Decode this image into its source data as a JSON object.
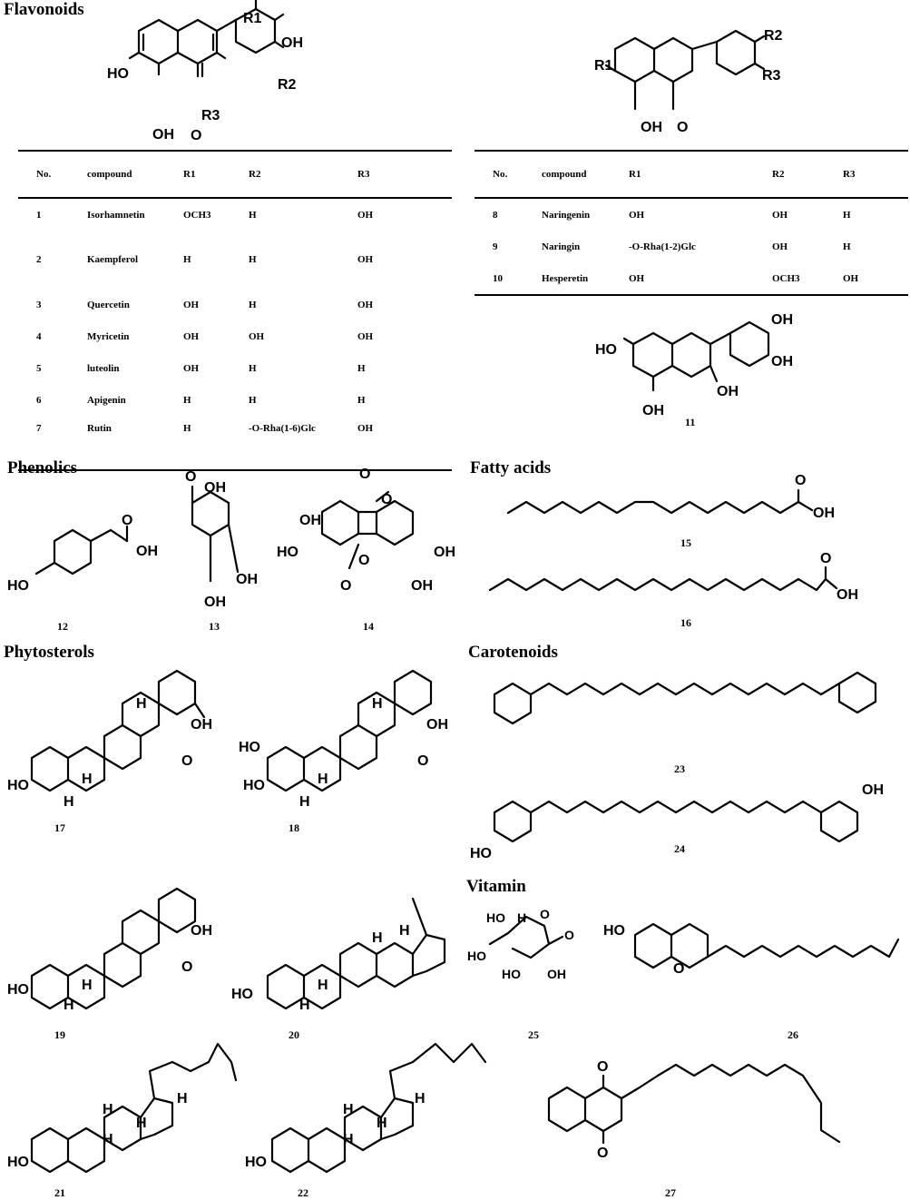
{
  "sections": {
    "flavonoids": "Flavonoids",
    "phenolics": "Phenolics",
    "fatty_acids": "Fatty acids",
    "phytosterols": "Phytosterols",
    "carotenoids": "Carotenoids",
    "vitamin": "Vitamin"
  },
  "table1": {
    "headers": [
      "No.",
      "compound",
      "R1",
      "R2",
      "R3"
    ],
    "rows": [
      [
        "1",
        "Isorhamnetin",
        "OCH3",
        "H",
        "OH"
      ],
      [
        "2",
        "Kaempferol",
        "H",
        "H",
        "OH"
      ],
      [
        "3",
        "Quercetin",
        "OH",
        "H",
        "OH"
      ],
      [
        "4",
        "Myricetin",
        "OH",
        "OH",
        "OH"
      ],
      [
        "5",
        "luteolin",
        "OH",
        "H",
        "H"
      ],
      [
        "6",
        "Apigenin",
        "H",
        "H",
        "H"
      ],
      [
        "7",
        "Rutin",
        "H",
        "-O-Rha(1-6)Glc",
        "OH"
      ]
    ]
  },
  "table2": {
    "headers": [
      "No.",
      "compound",
      "R1",
      "R2",
      "R3"
    ],
    "rows": [
      [
        "8",
        "Naringenin",
        "OH",
        "OH",
        "H"
      ],
      [
        "9",
        "Naringin",
        "-O-Rha(1-2)Glc",
        "OH",
        "H"
      ],
      [
        "10",
        "Hesperetin",
        "OH",
        "OCH3",
        "OH"
      ]
    ]
  },
  "structure_labels": {
    "OH": "OH",
    "O": "O",
    "HO": "HO",
    "H": "H",
    "R1": "R1",
    "R2": "R2",
    "R3": "R3"
  },
  "compound_numbers": [
    "11",
    "12",
    "13",
    "14",
    "15",
    "16",
    "17",
    "18",
    "19",
    "20",
    "21",
    "22",
    "23",
    "24",
    "25",
    "26",
    "27"
  ]
}
